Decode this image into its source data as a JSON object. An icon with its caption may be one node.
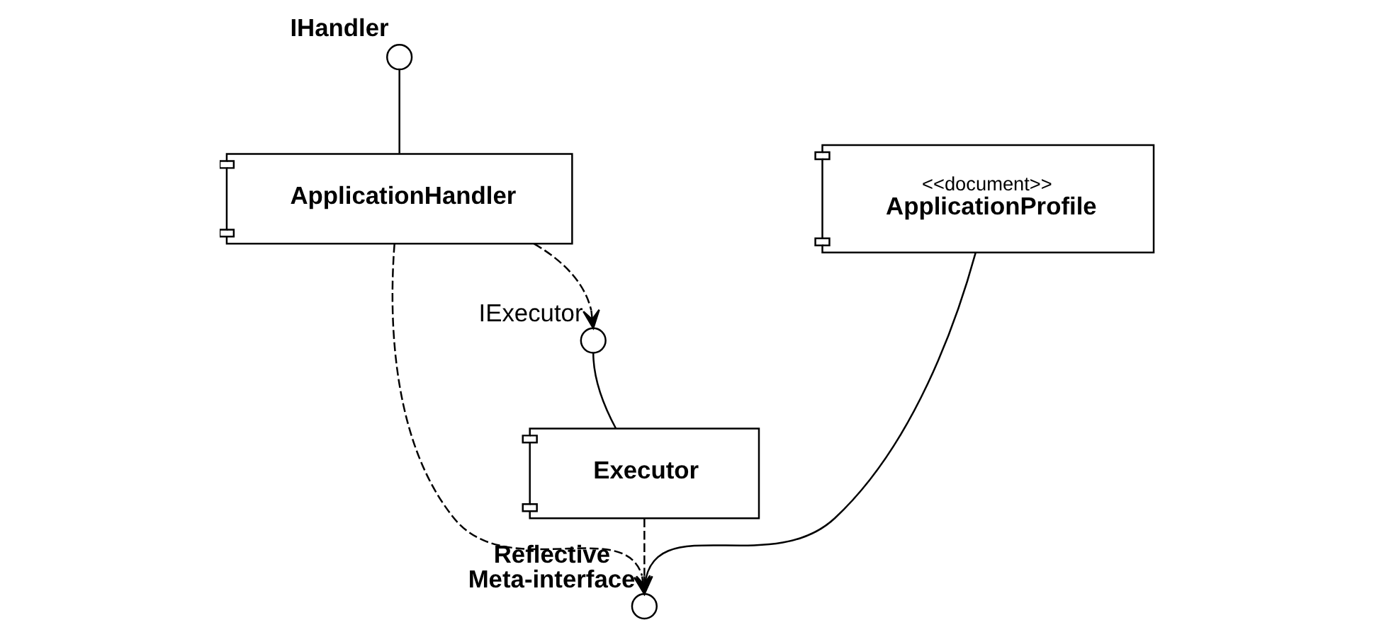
{
  "diagram": {
    "nodes": [
      {
        "text": [],
        "shape": "circle",
        "beside": [
          "IHandler"
        ]
      },
      {
        "text": [
          "ApplicationHandler"
        ]
      },
      {
        "text": [
          "<<document>>",
          "ApplicationProfile"
        ]
      },
      {
        "text": [],
        "shape": "circle",
        "beside": [
          "Reflective Meta-interface"
        ]
      },
      {
        "text": [],
        "shape": "circle",
        "beside": [
          "IExecutor"
        ]
      },
      {
        "text": [
          "Executor"
        ]
      }
    ],
    "edges": [
      {
        "from": 0,
        "to": 1,
        "arrow": "none"
      },
      {
        "from": 2,
        "to": 3,
        "arrow": "none"
      },
      {
        "from": 1,
        "to": 3,
        "arrow": "to",
        "style": "dashed"
      },
      {
        "from": 1,
        "to": 4,
        "arrow": "to",
        "style": "dashed"
      },
      {
        "from": 4,
        "to": 5,
        "arrow": "none"
      },
      {
        "from": 5,
        "to": 3,
        "arrow": "to",
        "style": "dashed"
      }
    ]
  }
}
